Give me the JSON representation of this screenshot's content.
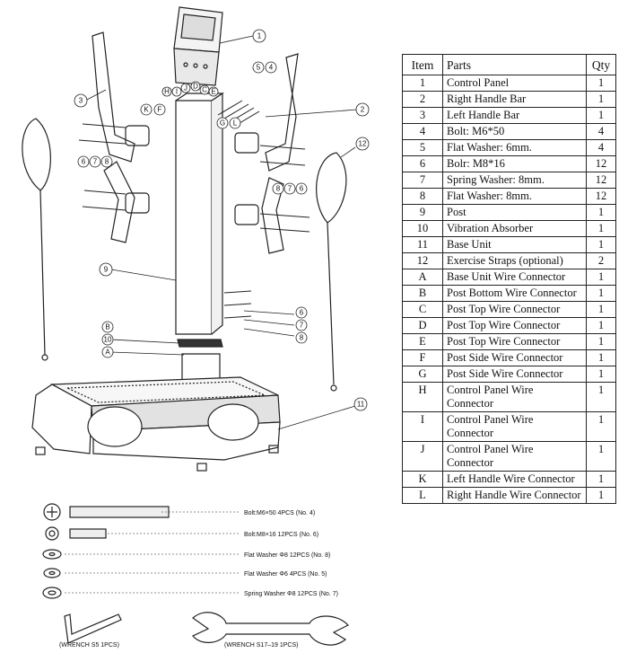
{
  "table": {
    "headers": {
      "item": "Item",
      "parts": "Parts",
      "qty": "Qty"
    },
    "rows": [
      {
        "item": "1",
        "parts": "Control Panel",
        "qty": "1"
      },
      {
        "item": "2",
        "parts": "Right Handle Bar",
        "qty": "1"
      },
      {
        "item": "3",
        "parts": "Left Handle Bar",
        "qty": "1"
      },
      {
        "item": "4",
        "parts": "Bolt: M6*50",
        "qty": "4"
      },
      {
        "item": "5",
        "parts": "Flat Washer: 6mm.",
        "qty": "4"
      },
      {
        "item": "6",
        "parts": "Bolr: M8*16",
        "qty": "12"
      },
      {
        "item": "7",
        "parts": "Spring Washer: 8mm.",
        "qty": "12"
      },
      {
        "item": "8",
        "parts": "Flat Washer: 8mm.",
        "qty": "12"
      },
      {
        "item": "9",
        "parts": "Post",
        "qty": "1"
      },
      {
        "item": "10",
        "parts": "Vibration Absorber",
        "qty": "1"
      },
      {
        "item": "11",
        "parts": "Base Unit",
        "qty": "1"
      },
      {
        "item": "12",
        "parts": "Exercise Straps (optional)",
        "qty": "2"
      },
      {
        "item": "A",
        "parts": "Base Unit Wire Connector",
        "qty": "1"
      },
      {
        "item": "B",
        "parts": "Post Bottom Wire Connector",
        "qty": "1"
      },
      {
        "item": "C",
        "parts": "Post Top Wire Connector",
        "qty": "1"
      },
      {
        "item": "D",
        "parts": "Post Top Wire Connector",
        "qty": "1"
      },
      {
        "item": "E",
        "parts": "Post Top Wire Connector",
        "qty": "1"
      },
      {
        "item": "F",
        "parts": "Post Side Wire Connector",
        "qty": "1"
      },
      {
        "item": "G",
        "parts": "Post Side Wire Connector",
        "qty": "1"
      },
      {
        "item": "H",
        "parts": "Control Panel Wire Connector",
        "qty": "1"
      },
      {
        "item": "I",
        "parts": "Control Panel Wire Connector",
        "qty": "1"
      },
      {
        "item": "J",
        "parts": "Control Panel Wire Connector",
        "qty": "1"
      },
      {
        "item": "K",
        "parts": "Left Handle Wire Connector",
        "qty": "1"
      },
      {
        "item": "L",
        "parts": "Right Handle Wire Connector",
        "qty": "1"
      }
    ]
  },
  "diagram": {
    "callouts": {
      "c1": "1",
      "c2": "2",
      "c3": "3",
      "c4": "4",
      "c5": "5",
      "c6a": "6",
      "c7a": "7",
      "c8a": "8",
      "c8b": "8",
      "c7b": "7",
      "c6b": "6",
      "c6c": "6",
      "c7c": "7",
      "c8c": "8",
      "c9": "9",
      "c10": "10",
      "c11": "11",
      "c12": "12",
      "cA": "A",
      "cB": "B",
      "cK": "K",
      "cF": "F",
      "cG": "G",
      "cL": "L",
      "cH": "H",
      "cI": "I",
      "cJ": "J",
      "cC": "C",
      "cD": "D",
      "cE": "E"
    },
    "hardware": {
      "bolt_m6": "Bolt:M6×50  4PCS (No. 4)",
      "bolt_m8": "Bolt:M8×16  12PCS (No. 6)",
      "flat_washer_8": "Flat Washer  Φ8  12PCS (No. 8)",
      "flat_washer_6": "Flat Washer  Φ6  4PCS (No. 5)",
      "spring_washer_8": "Spring Washer  Φ8  12PCS (No. 7)",
      "wrench_s5": "(WRENCH  S5  1PCS)",
      "wrench_s17": "(WRENCH  S17–19  1PCS)"
    }
  }
}
